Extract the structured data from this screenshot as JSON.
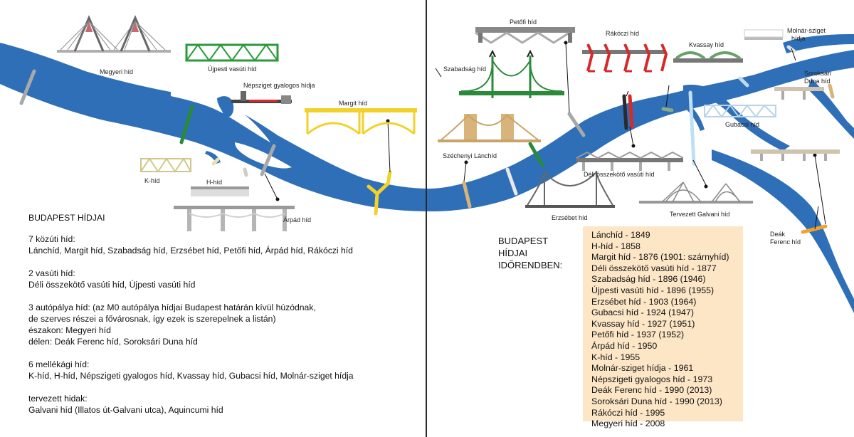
{
  "labels": {
    "megyeri": "Megyeri híd",
    "ujpesti": "Újpesti vasúti híd",
    "nepsziget": "Népsziget gyalogos hídja",
    "margit": "Margit híd",
    "khid": "K-híd",
    "hhid": "H-híd",
    "arpad": "Árpád híd",
    "petofi": "Petőfi híd",
    "rakoczi": "Rákóczi híd",
    "kvassay": "Kvassay híd",
    "molnar1": "Molnár-sziget",
    "molnar2": "hídja",
    "szabadsag": "Szabadság híd",
    "szechenyi": "Széchenyi Lánchíd",
    "erzsebet": "Erzsébet híd",
    "deli": "Déli összekötő vasúti híd",
    "gubacsi": "Gubacsi híd",
    "galvani": "Tervezett Galvani híd",
    "soroksari1": "Soroksári",
    "soroksari2": "Duna híd",
    "deak1": "Deák",
    "deak2": "Ferenc híd"
  },
  "left_legend": {
    "title": "BUDAPEST HÍDJAI",
    "road_head": "7 közúti híd:",
    "road_list": "Lánchíd, Margit híd, Szabadság híd, Erzsébet híd, Petőfi híd, Árpád híd, Rákóczi híd",
    "rail_head": "2 vasúti híd:",
    "rail_list": "Déli összekötő vasúti híd, Újpesti vasúti híd",
    "motor_head": "3 autópálya híd: (az M0 autópálya hídjai Budapest határán kívül húzódnak,",
    "motor_note": "de szerves részei a fővárosnak, így ezek is szerepelnek a listán)",
    "north": "északon: Megyeri híd",
    "south": "délen: Deák Ferenc híd, Soroksári Duna híd",
    "branch_head": "6 mellékági híd:",
    "branch_list": "K-híd, H-híd, Népszigeti gyalogos híd, Kvassay híd, Gubacsi híd, Molnár-sziget hídja",
    "planned_head": "tervezett hidak:",
    "planned_list": "Galvani híd (Illatos út-Galvani utca), Aquincumi híd"
  },
  "chronology": {
    "title_line1": "BUDAPEST HÍDJAI",
    "title_line2": "IDŐRENDBEN:",
    "items": [
      "Lánchíd - 1849",
      "H-híd - 1858",
      "Margit híd - 1876 (1901: szárnyhíd)",
      "Déli összekötő vasúti híd - 1877",
      "Szabadság híd - 1896 (1946)",
      "Újpesti vasúti híd - 1896 (1955)",
      "Erzsébet híd - 1903 (1964)",
      "Gubacsi híd - 1924 (1947)",
      "Kvassay híd - 1927 (1951)",
      "Petőfi híd - 1937 (1952)",
      "Árpád híd - 1950",
      "K-híd - 1955",
      "Molnár-sziget hídja - 1961",
      "Népszigeti gyalogos híd - 1973",
      "Deák Ferenc híd - 1990 (2013)",
      "Soroksári Duna híd - 1990 (2013)",
      "Rákóczi híd - 1995",
      "Megyeri híd - 2008"
    ]
  },
  "colors": {
    "river": "#2e6fb8",
    "page_divider": "#2a2a2a",
    "chronology_box": "#fde6c6",
    "megyeri": "#a8a8a8",
    "ujpesti": "#2a8a3a",
    "margit": "#f2d22a",
    "szabadsag": "#2a8a3a",
    "szechenyi": "#d9b47a",
    "erzsebet": "#e8e8e8",
    "petofi": "#a8a8a8",
    "rakoczi": "#d62a2a",
    "deli": "#2a2a2a",
    "galvani": "#bfe0f2",
    "deak": "#f2a22a"
  }
}
